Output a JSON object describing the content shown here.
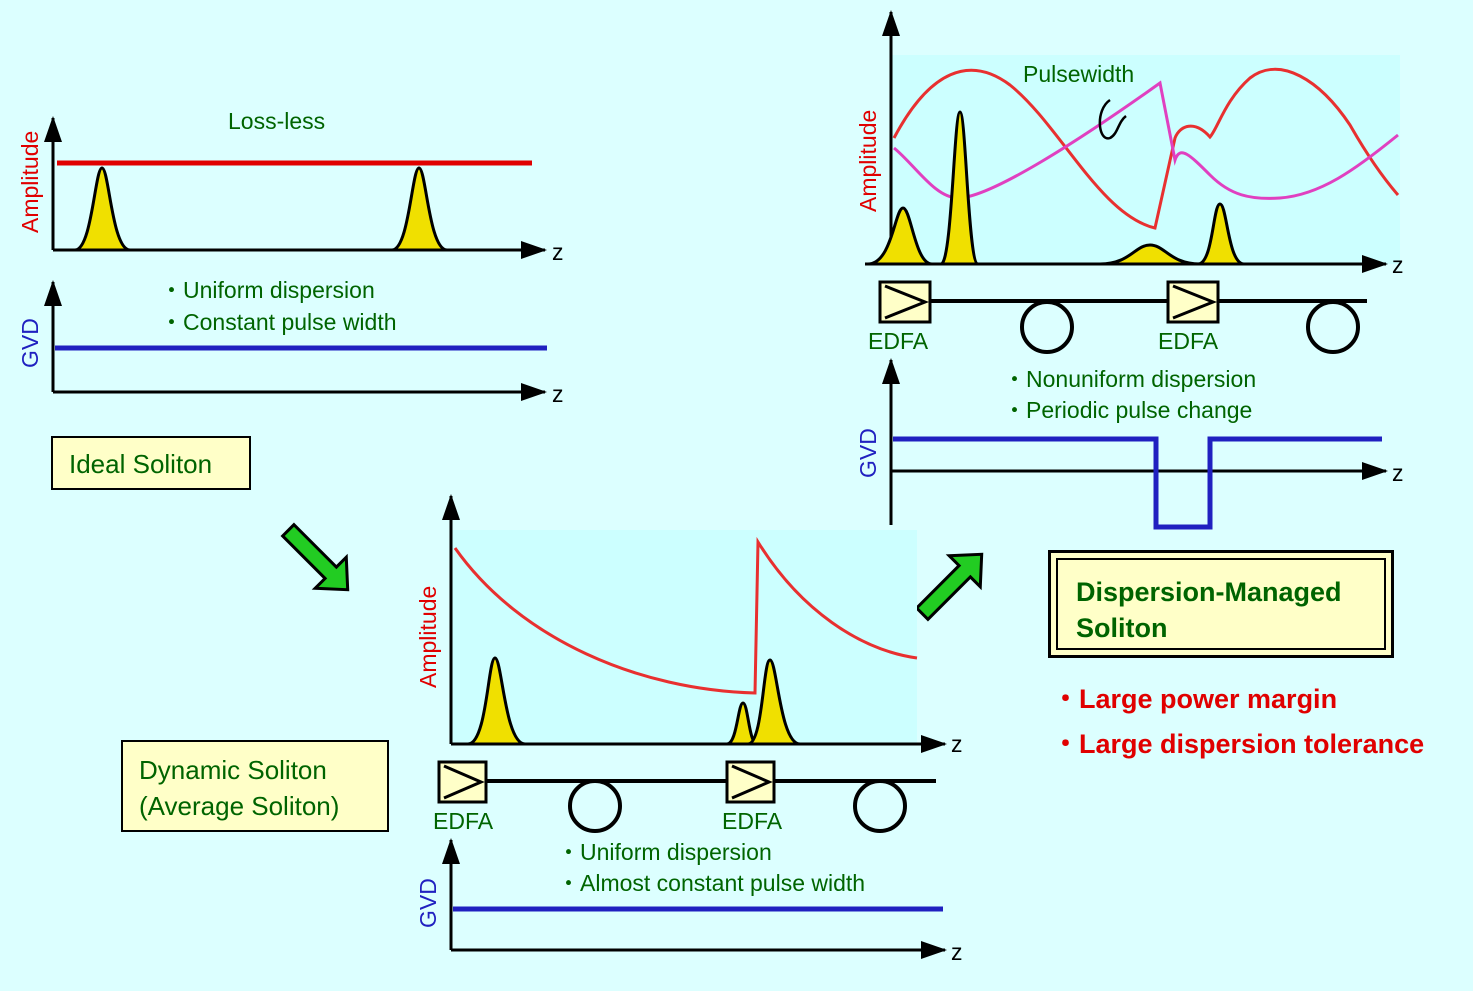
{
  "ideal": {
    "amp_label": "Amplitude",
    "gvd_label": "GVD",
    "loss_label": "Loss-less",
    "z1": "z",
    "z2": "z",
    "bullet1": "・Uniform dispersion",
    "bullet2": "・Constant pulse width",
    "title": "Ideal Soliton"
  },
  "dynamic": {
    "amp_label": "Amplitude",
    "gvd_label": "GVD",
    "z1": "z",
    "z2": "z",
    "edfa1": "EDFA",
    "edfa2": "EDFA",
    "bullet1": "・Uniform dispersion",
    "bullet2": "・Almost constant pulse width",
    "title_line1": "Dynamic Soliton",
    "title_line2": "(Average Soliton)"
  },
  "dm": {
    "amp_label": "Amplitude",
    "gvd_label": "GVD",
    "pulsewidth_label": "Pulsewidth",
    "z1": "z",
    "z2": "z",
    "edfa1": "EDFA",
    "edfa2": "EDFA",
    "bullet1": "・Nonuniform dispersion",
    "bullet2": "・Periodic pulse change",
    "title_line1": "Dispersion-Managed",
    "title_line2": "Soliton",
    "advantage1": "・Large power margin",
    "advantage2": "・Large dispersion tolerance"
  },
  "colors": {
    "background": "#dcffff",
    "amplitude": "#e00000",
    "pulsewidth": "#e040c0",
    "gvd": "#2020c0",
    "pulse_fill": "#f0e000",
    "text": "#006400",
    "box": "#ffffc8",
    "arrow": "#22cc22"
  }
}
